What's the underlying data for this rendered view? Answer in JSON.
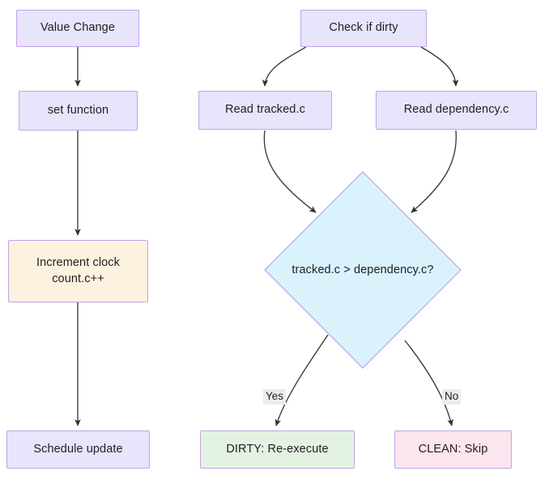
{
  "diagram": {
    "type": "flowchart",
    "title": "",
    "background": "#ffffff",
    "colors": {
      "process_fill": "#e8e4fb",
      "accent_fill": "#fdf1e0",
      "decision_fill": "#d9f2fb",
      "success_fill": "#e4f2e4",
      "danger_fill": "#fbe5ee",
      "node_border": "#c3a2e8",
      "edge_stroke": "#333333",
      "edge_label_bg": "#ececec",
      "text": "#1f1f23"
    },
    "nodes": [
      {
        "id": "value-change",
        "label": "Value Change",
        "shape": "rect",
        "style": "process"
      },
      {
        "id": "set-function",
        "label": "set function",
        "shape": "rect",
        "style": "process"
      },
      {
        "id": "increment-clock",
        "label": "Increment clock\ncount.c++",
        "shape": "rect",
        "style": "accent"
      },
      {
        "id": "schedule-update",
        "label": "Schedule update",
        "shape": "rect",
        "style": "process"
      },
      {
        "id": "check-if-dirty",
        "label": "Check if dirty",
        "shape": "rect",
        "style": "process"
      },
      {
        "id": "read-tracked",
        "label": "Read tracked.c",
        "shape": "rect",
        "style": "process"
      },
      {
        "id": "read-dependency",
        "label": "Read dependency.c",
        "shape": "rect",
        "style": "process"
      },
      {
        "id": "compare-decision",
        "label": "tracked.c > dependency.c?",
        "shape": "diamond",
        "style": "decision"
      },
      {
        "id": "dirty-result",
        "label": "DIRTY: Re-execute",
        "shape": "rect",
        "style": "success"
      },
      {
        "id": "clean-result",
        "label": "CLEAN: Skip",
        "shape": "rect",
        "style": "danger"
      }
    ],
    "edges": [
      {
        "from": "value-change",
        "to": "set-function",
        "label": ""
      },
      {
        "from": "set-function",
        "to": "increment-clock",
        "label": ""
      },
      {
        "from": "increment-clock",
        "to": "schedule-update",
        "label": ""
      },
      {
        "from": "check-if-dirty",
        "to": "read-tracked",
        "label": ""
      },
      {
        "from": "check-if-dirty",
        "to": "read-dependency",
        "label": ""
      },
      {
        "from": "read-tracked",
        "to": "compare-decision",
        "label": ""
      },
      {
        "from": "read-dependency",
        "to": "compare-decision",
        "label": ""
      },
      {
        "from": "compare-decision",
        "to": "dirty-result",
        "label": "Yes"
      },
      {
        "from": "compare-decision",
        "to": "clean-result",
        "label": "No"
      }
    ],
    "edge_labels": {
      "yes": "Yes",
      "no": "No"
    }
  }
}
